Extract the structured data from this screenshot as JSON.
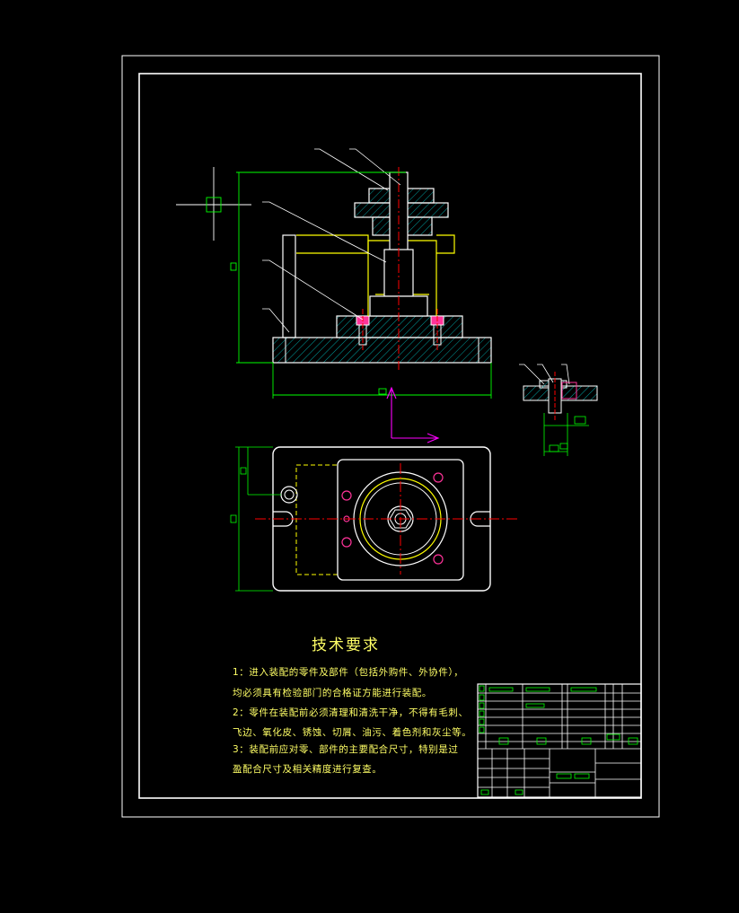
{
  "colors": {
    "background": "#000000",
    "outline": "#ffffff",
    "part": "#ffff00",
    "dimension": "#00ff00",
    "center": "#ff0000",
    "hidden": "#00ffff",
    "axis": "#ff00ff",
    "hatch": "#00c8c8"
  },
  "tech_requirements": {
    "title": "技术要求",
    "lines": [
      "1：进入装配的零件及部件（包括外购件、外协件），",
      "均必须具有检验部门的合格证方能进行装配。",
      "2：零件在装配前必须清理和清洗干净，不得有毛刺、",
      "飞边、氧化皮、锈蚀、切屑、油污、着色剂和灰尘等。",
      "3：装配前应对零、部件的主要配合尺寸，特别是过",
      "盈配合尺寸及相关精度进行复查。"
    ]
  }
}
